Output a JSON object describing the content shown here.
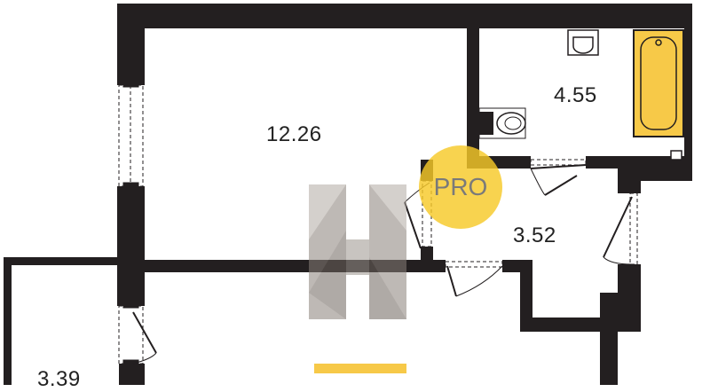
{
  "rooms": {
    "living_room_area": "12.26",
    "bathroom_area": "4.55",
    "hallway_area": "3.52",
    "bottom_left_area": "3.39"
  },
  "badge": {
    "text": "PRO",
    "color": "#f7c928"
  },
  "watermark": {
    "icon": "h-logo-watermark"
  },
  "colors": {
    "wall": "#231f20",
    "fixture_fill": "#f7c948",
    "background": "#ffffff"
  }
}
